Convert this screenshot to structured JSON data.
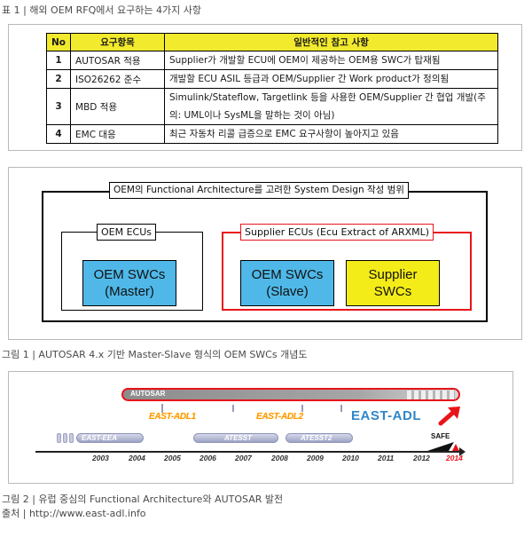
{
  "table1": {
    "caption": "표 1 |  해외 OEM RFQ에서 요구하는 4가지 사항",
    "headers": [
      "No",
      "요구항목",
      "일반적인 참고 사항"
    ],
    "rows": [
      {
        "no": "1",
        "item": "AUTOSAR 적용",
        "desc": "Supplier가 개발할 ECU에 OEM이 제공하는 OEM용 SWC가 탑재됨"
      },
      {
        "no": "2",
        "item": "ISO26262 준수",
        "desc": "개발할 ECU ASIL 등급과 OEM/Supplier 간 Work product가 정의됨"
      },
      {
        "no": "3",
        "item": "MBD 적용",
        "desc": "Simulink/Stateflow, Targetlink 등을 사용한 OEM/Supplier 간 협업 개발(주의: UML이나 SysML을 말하는 것이 아님)"
      },
      {
        "no": "4",
        "item": "EMC 대응",
        "desc": "최근 자동차 리콜 급증으로 EMC 요구사항이 높아지고 있음"
      }
    ]
  },
  "figure1": {
    "outer_label": "OEM의 Functional Architecture를 고려한 System Design 작성 범위",
    "oem_ecus_label": "OEM ECUs",
    "supplier_ecus_label": "Supplier ECUs (Ecu Extract of ARXML)",
    "oem_master": {
      "line1": "OEM SWCs",
      "line2": "(Master)"
    },
    "oem_slave": {
      "line1": "OEM SWCs",
      "line2": "(Slave)"
    },
    "supplier_swcs": {
      "line1": "Supplier",
      "line2": "SWCs"
    },
    "caption": "그림 1 |  AUTOSAR 4.x 기반 Master-Slave 형식의 OEM SWCs 개념도",
    "colors": {
      "blue": "#4fb8e8",
      "yellow": "#f4ec18",
      "red": "#e8141a"
    }
  },
  "figure2": {
    "autosar_label": "AUTOSAR",
    "east_eea": "EAST-EEA",
    "east_adl1": "EAST-ADL1",
    "atesst": "ATESST",
    "east_adl2": "EAST-ADL2",
    "atesst2": "ATESST2",
    "east_adl_logo": "EAST-ADL",
    "safe": "SAFE",
    "years": [
      "2003",
      "2004",
      "2005",
      "2006",
      "2007",
      "2008",
      "2009",
      "2010",
      "2011",
      "2012",
      "2014"
    ],
    "caption": "그림 2 |  유럽 중심의 Functional Architecture와 AUTOSAR 발전",
    "source": "출처 |  http://www.east-adl.info"
  }
}
